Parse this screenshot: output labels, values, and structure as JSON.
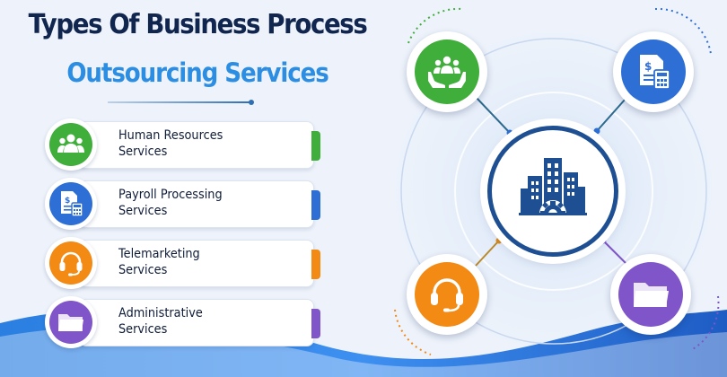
{
  "title": {
    "line1": "Types Of Business Process",
    "line2": "Outsourcing Services"
  },
  "services": [
    {
      "label_line1": "Human Resources",
      "label_line2": "Services",
      "icon": "team-hands-icon",
      "color": "#3fae3a",
      "tab_color": "#3fae3a"
    },
    {
      "label_line1": "Payroll Processing",
      "label_line2": "Services",
      "icon": "payroll-calculator-icon",
      "color": "#2e6fd6",
      "tab_color": "#2e6fd6"
    },
    {
      "label_line1": "Telemarketing",
      "label_line2": "Services",
      "icon": "headset-icon",
      "color": "#f28a14",
      "tab_color": "#f28a14"
    },
    {
      "label_line1": "Administrative",
      "label_line2": "Services",
      "icon": "folder-icon",
      "color": "#7f55c9",
      "tab_color": "#7f55c9"
    }
  ],
  "hub": {
    "icon": "office-buildings-gear-icon",
    "color": "#1e4f93"
  }
}
